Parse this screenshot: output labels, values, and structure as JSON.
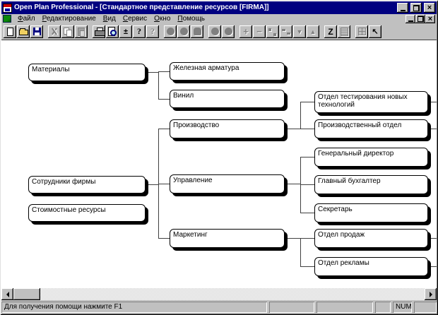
{
  "window": {
    "title": "Open Plan Professional - [Стандартное представление ресурсов [FIRMA]]",
    "control_icons": [
      "minimize-icon",
      "restore-icon",
      "close-icon"
    ]
  },
  "menu": {
    "items": [
      "Файл",
      "Редактирование",
      "Вид",
      "Сервис",
      "Окно",
      "Помощь"
    ]
  },
  "toolbar": {
    "icons": [
      "new-document",
      "open-folder",
      "save",
      "cut",
      "copy",
      "paste",
      "print",
      "print-preview",
      "baseline-edit",
      "help",
      "context-help",
      "activity-shape-circle",
      "activity-shape-circle-2",
      "activity-shape-rounded",
      "resource-shape-circle",
      "resource-shape-circle-2",
      "add",
      "remove",
      "link-activities",
      "reorganize",
      "move-down",
      "move-up",
      "sort",
      "notes",
      "grid-view",
      "zoom-fit"
    ],
    "baseline_glyph": "±",
    "help_glyph": "?",
    "sort_glyph": "Z",
    "expand_glyph": "↖",
    "down_glyph": "▼",
    "up_glyph": "▲",
    "plus_glyph": "+",
    "minus_glyph": "−"
  },
  "diagram": {
    "nodes": {
      "materials": "Материалы",
      "employees": "Сотрудники фирмы",
      "cost": "Стоимостные ресурсы",
      "iron": "Железная арматура",
      "vinyl": "Винил",
      "production": "Производство",
      "management": "Управление",
      "marketing": "Маркетинг",
      "testing": "Отдел тестирования новых технологий",
      "prod_dept": "Производственный отдел",
      "director": "Генеральный директор",
      "accountant": "Главный бухгалтер",
      "secretary": "Секретарь",
      "sales": "Отдел продаж",
      "advertising": "Отдел рекламы"
    },
    "hierarchy": {
      "Материалы": [
        "Железная арматура",
        "Винил"
      ],
      "Сотрудники фирмы": [
        "Производство",
        "Управление",
        "Маркетинг"
      ],
      "Производство": [
        "Отдел тестирования новых технологий",
        "Производственный отдел"
      ],
      "Управление": [
        "Генеральный директор",
        "Главный бухгалтер",
        "Секретарь"
      ],
      "Маркетинг": [
        "Отдел продаж",
        "Отдел рекламы"
      ],
      "Стоимостные ресурсы": []
    }
  },
  "statusbar": {
    "message": "Для получения помощи нажмите F1",
    "num_indicator": "NUM"
  },
  "colors": {
    "titlebar": "#000080",
    "window_bg": "#c0c0c0",
    "canvas_bg": "#ffffff",
    "node_border": "#000000",
    "node_shadow": "#000000"
  }
}
